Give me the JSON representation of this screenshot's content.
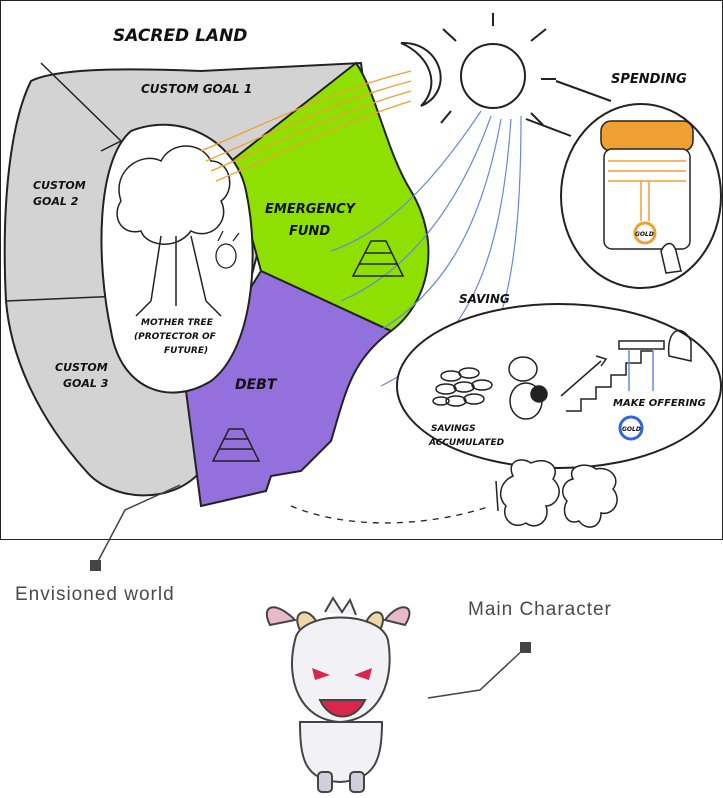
{
  "sketch": {
    "title": "SACRED LAND",
    "regions": {
      "goal1": "CUSTOM GOAL 1",
      "goal2_line1": "CUSTOM",
      "goal2_line2": "GOAL 2",
      "goal3_line1": "CUSTOM",
      "goal3_line2": "GOAL 3",
      "emergency_line1": "EMERGENCY",
      "emergency_line2": "FUND",
      "debt": "DEBT"
    },
    "tree": {
      "line1": "MOTHER TREE",
      "line2": "(PROTECTOR OF",
      "line3": "FUTURE)"
    },
    "spending": {
      "label": "SPENDING",
      "coin": "GOLD"
    },
    "saving": {
      "label": "SAVING",
      "accum_line1": "SAVINGS",
      "accum_line2": "ACCUMULATED",
      "offering": "MAKE OFFERING",
      "coin": "GOLD"
    }
  },
  "captions": {
    "world": "Envisioned world",
    "character": "Main Character"
  },
  "colors": {
    "grey_region": "#d3d3d3",
    "emergency": "#8fe000",
    "debt": "#9370db",
    "sun_rays_orange": "#f0a030",
    "sun_rays_blue": "#6688dd",
    "caption": "#4a4a4a"
  },
  "icons": [
    "sun-icon",
    "moon-icon",
    "jar-icon",
    "goat-icon",
    "pyramid-icon",
    "character-goat-icon"
  ]
}
